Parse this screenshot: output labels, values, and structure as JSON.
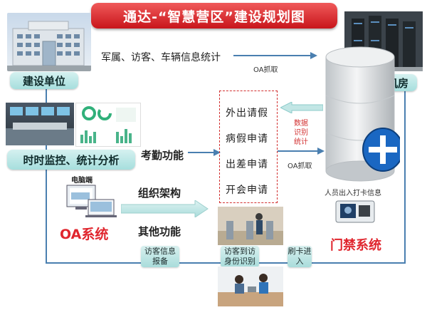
{
  "title": "通达-“智慧营区”建设规划图",
  "construction_unit": "建设单位",
  "server_room": "机房",
  "monitoring": "时时监控、统计分析",
  "info_stats": "军属、访客、车辆信息统计",
  "oa_fetch_top": "OA抓取",
  "oa_fetch_mid": "OA抓取",
  "data_recognition": "数据识别统计",
  "attendance": "考勤功能",
  "org_structure": "组织架构",
  "other_functions": "其他功能",
  "computer_label": "电脑端",
  "oa_system": "OA系统",
  "access_system": "门禁系统",
  "checkin_info": "人员出入打卡信息",
  "requests": [
    "外出请假",
    "病假申请",
    "出差申请",
    "开会申请"
  ],
  "visitor_report": "访客信息报备",
  "visitor_id": "访客到访身份识别",
  "card_swipe": "刷卡进入",
  "colors": {
    "title_red": "#c8151b",
    "oa_red": "#e0262e",
    "teal": "#a6dedd",
    "line_blue": "#4a7fb0",
    "dash_red": "#d23030"
  }
}
